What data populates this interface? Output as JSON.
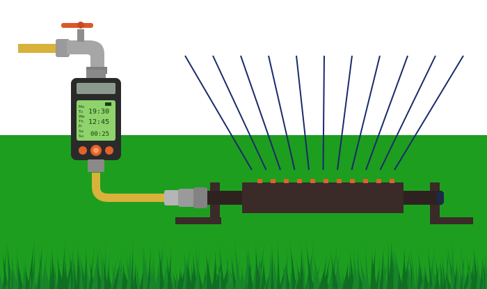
{
  "timer": {
    "days": [
      "Mo",
      "Tu",
      "We",
      "Th",
      "Fr",
      "Sa",
      "Su"
    ],
    "time_main": "19:30",
    "time_second": "12:45",
    "duration": "00:25"
  },
  "colors": {
    "sky": "#ffffff",
    "lawn": "#1d9e1f",
    "grass_dark": "#0f6e23",
    "grass_mid": "#18852a",
    "hose": "#d8b23a",
    "faucet_metal": "#9a9a9a",
    "faucet_handle": "#d9592a",
    "timer_body": "#2a2a2a",
    "lcd": "#8ed36b",
    "buttons": "#e0622a",
    "sprinkler": "#3a2a28",
    "water_streams": "#1a2a6a",
    "nozzles": "#e0622a"
  }
}
